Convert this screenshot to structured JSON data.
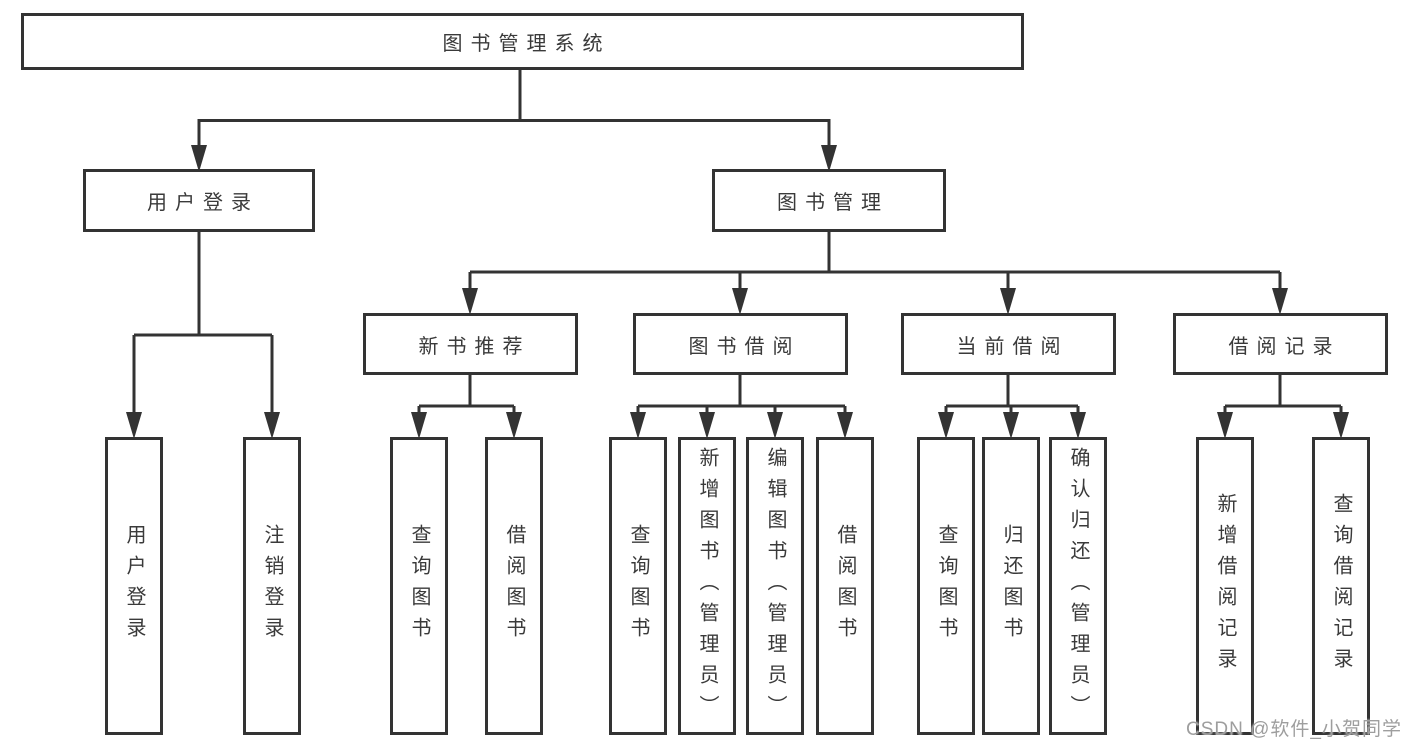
{
  "diagram": {
    "root": {
      "label": "图书管理系统"
    },
    "level2": [
      {
        "label": "用户登录"
      },
      {
        "label": "图书管理"
      }
    ],
    "level3": [
      {
        "label": "新书推荐"
      },
      {
        "label": "图书借阅"
      },
      {
        "label": "当前借阅"
      },
      {
        "label": "借阅记录"
      }
    ],
    "leaves": {
      "user_login": [
        "用户登录",
        "注销登录"
      ],
      "new_books": [
        "查询图书",
        "借阅图书"
      ],
      "book_borrow": [
        "查询图书",
        "新增图书（管理员）",
        "编辑图书（管理员）",
        "借阅图书"
      ],
      "current_borrow": [
        "查询图书",
        "归还图书",
        "确认归还（管理员）"
      ],
      "borrow_records": [
        "新增借阅记录",
        "查询借阅记录"
      ]
    }
  },
  "watermark": {
    "text": "CSDN @软件_小贺同学"
  },
  "colors": {
    "line": "#333333",
    "box_border": "#333333",
    "text": "#3a3a3a",
    "watermark": "#9e9e9e",
    "background": "#ffffff"
  }
}
